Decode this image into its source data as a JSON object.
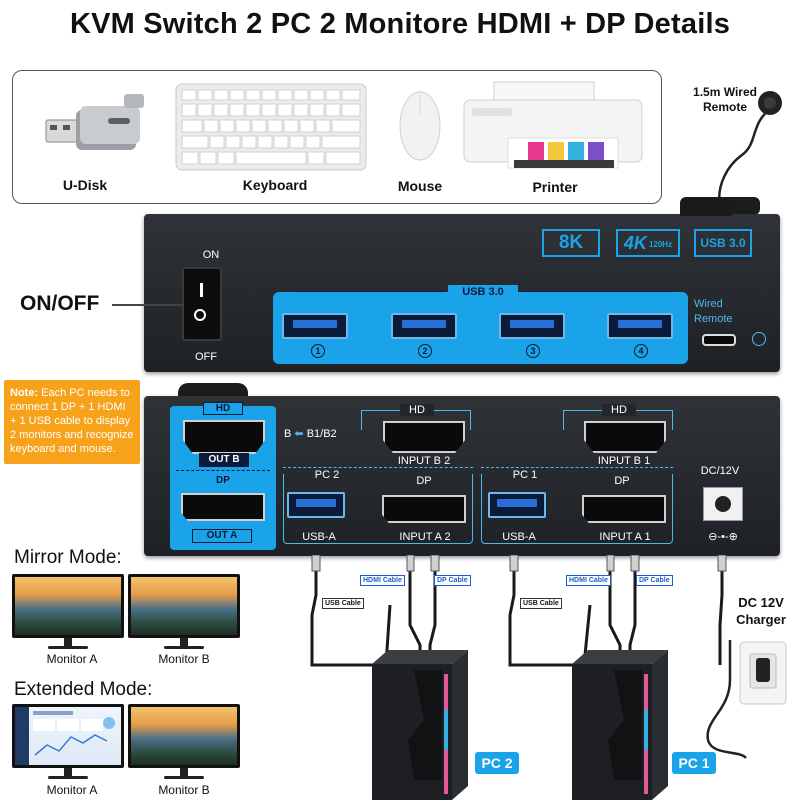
{
  "title": "KVM Switch 2 PC 2 Monitore HDMI + DP Details",
  "peripherals": [
    {
      "label": "U-Disk",
      "icon": "usb-drive-icon"
    },
    {
      "label": "Keyboard",
      "icon": "keyboard-icon"
    },
    {
      "label": "Mouse",
      "icon": "mouse-icon"
    },
    {
      "label": "Printer",
      "icon": "printer-icon"
    }
  ],
  "remote": {
    "label_line1": "1.5m Wired",
    "label_line2": "Remote"
  },
  "front": {
    "badges": [
      "8K",
      "4K",
      "120Hz",
      "USB 3.0"
    ],
    "switch_on": "ON",
    "switch_off": "OFF",
    "onoff_label": "ON/OFF",
    "usb_header": "USB 3.0",
    "usb_ports": [
      "1",
      "2",
      "3",
      "4"
    ],
    "wired_remote_line1": "Wired",
    "wired_remote_line2": "Remote"
  },
  "note": {
    "bold": "Note:",
    "text": " Each PC needs to connect 1 DP + 1 HDMI + 1 USB cable to display 2 monitors and recognize keyboard and mouse."
  },
  "back": {
    "hd_top": "HD",
    "out_b": "OUT B",
    "dp_mid": "DP",
    "out_a": "OUT A",
    "arrow_label": "B1/B2",
    "arrow_prefix": "B",
    "group2": {
      "hd": "HD",
      "pc": "PC 2",
      "input_b": "INPUT B 2",
      "dp": "DP",
      "usb": "USB-A",
      "input_a": "INPUT A 2"
    },
    "group1": {
      "hd": "HD",
      "pc": "PC 1",
      "input_b": "INPUT B 1",
      "dp": "DP",
      "usb": "USB-A",
      "input_a": "INPUT A 1"
    },
    "dc": "DC/12V",
    "dc_polarity": "⊖-•-⊕"
  },
  "cables": {
    "usb": "USB Cable",
    "hdmi": "HDMI Cable",
    "dp": "DP Cable"
  },
  "charger": {
    "line1": "DC 12V",
    "line2": "Charger"
  },
  "mirror_mode": {
    "title": "Mirror Mode:",
    "monitors": [
      "Monitor A",
      "Monitor B"
    ]
  },
  "extended_mode": {
    "title": "Extended Mode:",
    "monitors": [
      "Monitor A",
      "Monitor B"
    ]
  },
  "pcs": [
    "PC 2",
    "PC 1"
  ],
  "colors": {
    "accent": "#1aa3e8",
    "note_bg": "#f6a21a",
    "device": "#23272b"
  }
}
